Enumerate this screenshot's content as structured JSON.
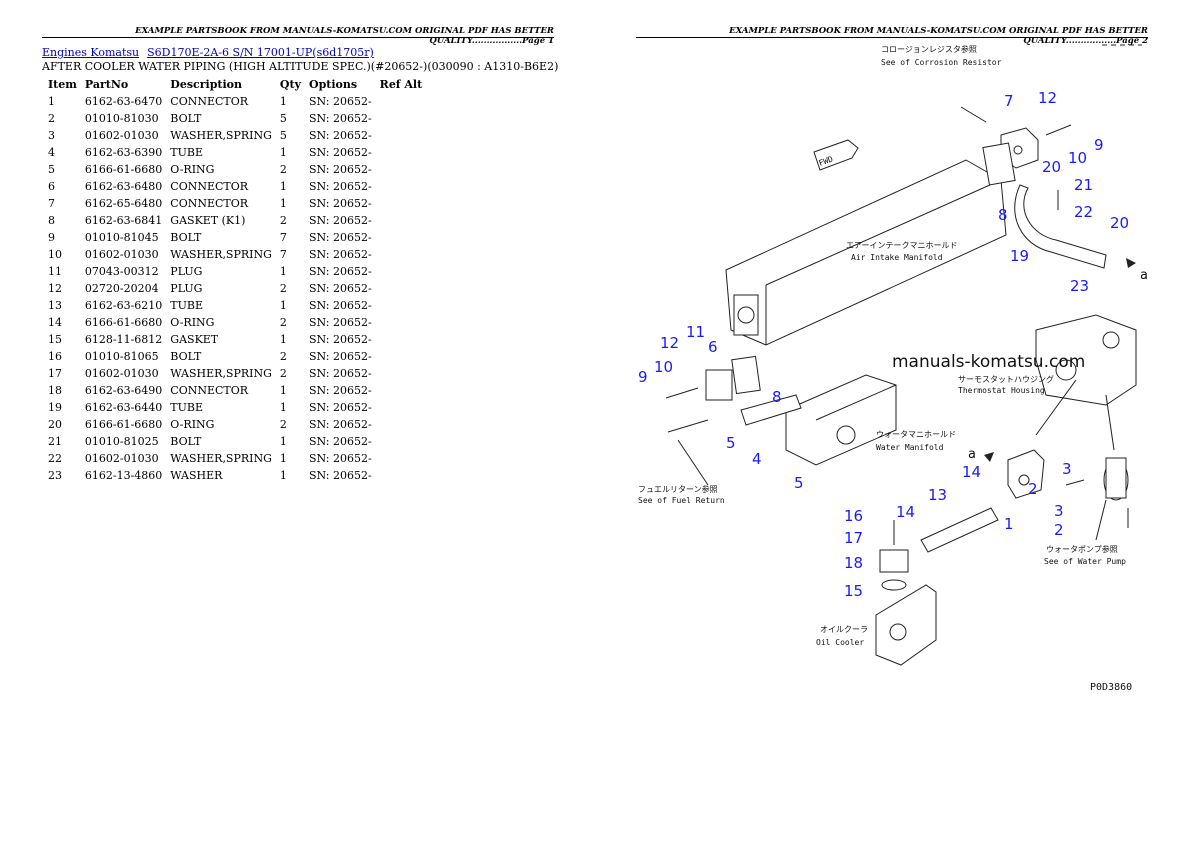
{
  "header": {
    "left": "EXAMPLE PARTSBOOK FROM MANUALS-KOMATSU.COM ORIGINAL PDF HAS BETTER QUALITY.................Page 1",
    "right": "EXAMPLE PARTSBOOK FROM MANUALS-KOMATSU.COM ORIGINAL PDF HAS BETTER QUALITY.................Page 2"
  },
  "breadcrumb": {
    "link1": "Engines Komatsu",
    "link2": "S6D170E-2A-6 S/N 17001-UP(s6d1705r)"
  },
  "subtitle": "AFTER COOLER WATER PIPING (HIGH ALTITUDE SPEC.)(#20652-)(030090 : A1310-B6E2)",
  "table": {
    "headers": [
      "Item",
      "PartNo",
      "Description",
      "Qty",
      "Options",
      "Ref Alt"
    ],
    "rows": [
      [
        "1",
        "6162-63-6470",
        "CONNECTOR",
        "1",
        "SN: 20652-",
        ""
      ],
      [
        "2",
        "01010-81030",
        "BOLT",
        "5",
        "SN: 20652-",
        ""
      ],
      [
        "3",
        "01602-01030",
        "WASHER,SPRING",
        "5",
        "SN: 20652-",
        ""
      ],
      [
        "4",
        "6162-63-6390",
        "TUBE",
        "1",
        "SN: 20652-",
        ""
      ],
      [
        "5",
        "6166-61-6680",
        "O-RING",
        "2",
        "SN: 20652-",
        ""
      ],
      [
        "6",
        "6162-63-6480",
        "CONNECTOR",
        "1",
        "SN: 20652-",
        ""
      ],
      [
        "7",
        "6162-65-6480",
        "CONNECTOR",
        "1",
        "SN: 20652-",
        ""
      ],
      [
        "8",
        "6162-63-6841",
        "GASKET (K1)",
        "2",
        "SN: 20652-",
        ""
      ],
      [
        "9",
        "01010-81045",
        "BOLT",
        "7",
        "SN: 20652-",
        ""
      ],
      [
        "10",
        "01602-01030",
        "WASHER,SPRING",
        "7",
        "SN: 20652-",
        ""
      ],
      [
        "11",
        "07043-00312",
        "PLUG",
        "1",
        "SN: 20652-",
        ""
      ],
      [
        "12",
        "02720-20204",
        "PLUG",
        "2",
        "SN: 20652-",
        ""
      ],
      [
        "13",
        "6162-63-6210",
        "TUBE",
        "1",
        "SN: 20652-",
        ""
      ],
      [
        "14",
        "6166-61-6680",
        "O-RING",
        "2",
        "SN: 20652-",
        ""
      ],
      [
        "15",
        "6128-11-6812",
        "GASKET",
        "1",
        "SN: 20652-",
        ""
      ],
      [
        "16",
        "01010-81065",
        "BOLT",
        "2",
        "SN: 20652-",
        ""
      ],
      [
        "17",
        "01602-01030",
        "WASHER,SPRING",
        "2",
        "SN: 20652-",
        ""
      ],
      [
        "18",
        "6162-63-6490",
        "CONNECTOR",
        "1",
        "SN: 20652-",
        ""
      ],
      [
        "19",
        "6162-63-6440",
        "TUBE",
        "1",
        "SN: 20652-",
        ""
      ],
      [
        "20",
        "6166-61-6680",
        "O-RING",
        "2",
        "SN: 20652-",
        ""
      ],
      [
        "21",
        "01010-81025",
        "BOLT",
        "1",
        "SN: 20652-",
        ""
      ],
      [
        "22",
        "01602-01030",
        "WASHER,SPRING",
        "1",
        "SN: 20652-",
        ""
      ],
      [
        "23",
        "6162-13-4860",
        "WASHER",
        "1",
        "SN: 20652-",
        ""
      ]
    ]
  },
  "diagram": {
    "watermark": "manuals-komatsu.com",
    "code": "P0D3860",
    "fwd": "FWD",
    "jp_labels": [
      {
        "jp": "コロージョンレジスタ参照",
        "en": "See of Corrosion Resistor"
      },
      {
        "jp": "エアーインテークマニホールド",
        "en": "Air Intake Manifold"
      },
      {
        "jp": "サーモスタットハウジング",
        "en": "Thermostat Housing"
      },
      {
        "jp": "ウォータマニホールド",
        "en": "Water Manifold"
      },
      {
        "jp": "フュエルリターン参照",
        "en": "See of Fuel Return"
      },
      {
        "jp": "ウォータポンプ参照",
        "en": "See of Water Pump"
      },
      {
        "jp": "オイルクーラ",
        "en": "Oil Cooler"
      }
    ],
    "callouts": [
      "12",
      "7",
      "9",
      "10",
      "20",
      "21",
      "22",
      "8",
      "20",
      "19",
      "23",
      "a",
      "11",
      "12",
      "6",
      "10",
      "9",
      "8",
      "5",
      "4",
      "5",
      "a",
      "3",
      "14",
      "3",
      "1",
      "2",
      "13",
      "2",
      "16",
      "14",
      "17",
      "18",
      "15"
    ]
  },
  "colors": {
    "link": "#0000cc",
    "callout": "#1a1aff"
  }
}
